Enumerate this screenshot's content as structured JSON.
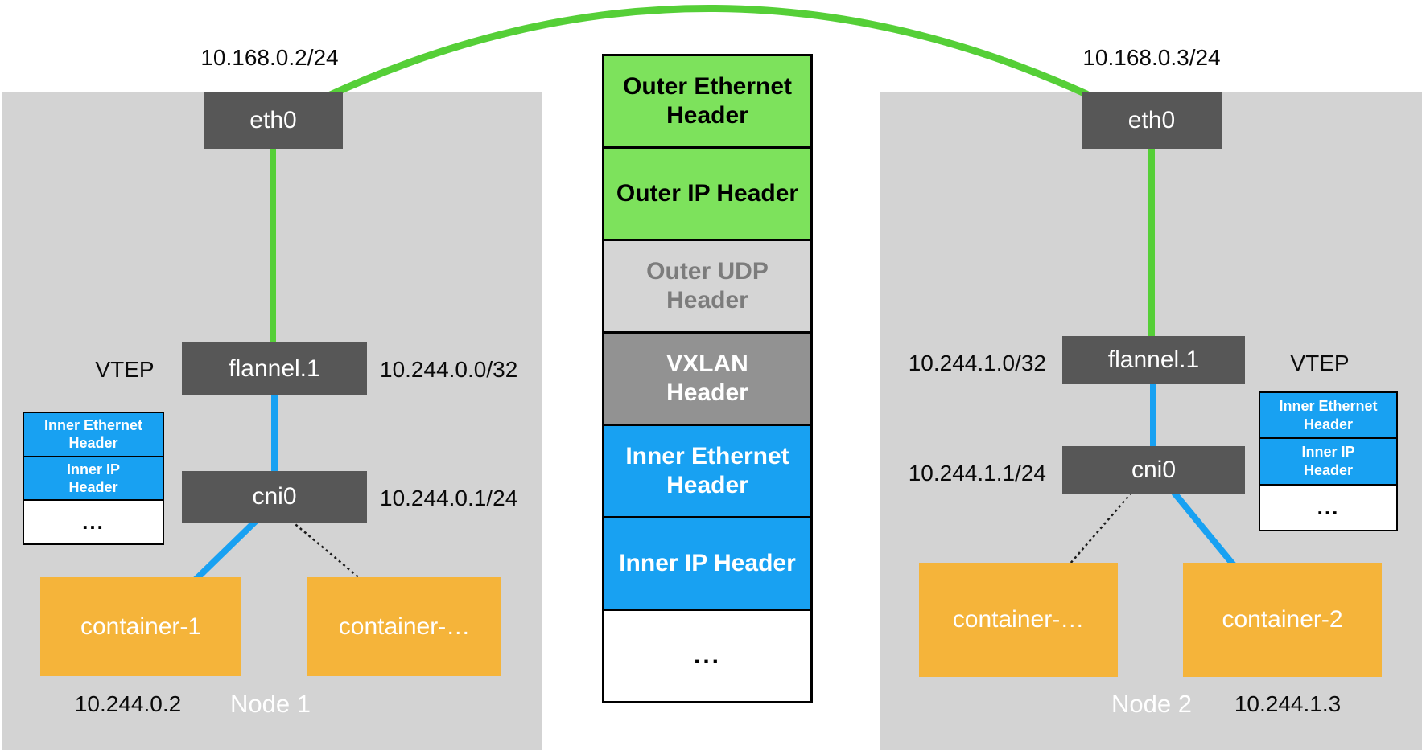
{
  "colors": {
    "node_panel_gray": "#d3d3d3",
    "interface_box_gray": "#575757",
    "container_orange": "#f5b43a",
    "tunnel_green": "#55cf37",
    "veth_blue": "#18a1f2",
    "outer_header_green": "#7de25c",
    "udp_cell_gray": "#d5d5d5",
    "udp_text_gray": "#7c7c7c",
    "vxlan_gray": "#929292"
  },
  "node1": {
    "name": "Node 1",
    "eth_label": "eth0",
    "eth_ip": "10.168.0.2/24",
    "vtep": "VTEP",
    "flannel_label": "flannel.1",
    "flannel_ip": "10.244.0.0/32",
    "cni_label": "cni0",
    "cni_ip": "10.244.0.1/24",
    "container_a": "container-1",
    "container_a_ip": "10.244.0.2",
    "container_b": "container-…",
    "stack": [
      {
        "label": "Inner Ethernet\nHeader",
        "bg": "#18a1f2",
        "fg": "#ffffff"
      },
      {
        "label": "Inner IP\nHeader",
        "bg": "#18a1f2",
        "fg": "#ffffff"
      },
      {
        "label": "...",
        "bg": "#ffffff",
        "fg": "#000000"
      }
    ]
  },
  "node2": {
    "name": "Node 2",
    "eth_label": "eth0",
    "eth_ip": "10.168.0.3/24",
    "vtep": "VTEP",
    "flannel_label": "flannel.1",
    "flannel_ip": "10.244.1.0/32",
    "cni_label": "cni0",
    "cni_ip": "10.244.1.1/24",
    "container_a": "container-…",
    "container_b": "container-2",
    "container_b_ip": "10.244.1.3",
    "stack": [
      {
        "label": "Inner Ethernet\nHeader",
        "bg": "#18a1f2",
        "fg": "#ffffff"
      },
      {
        "label": "Inner IP\nHeader",
        "bg": "#18a1f2",
        "fg": "#ffffff"
      },
      {
        "label": "...",
        "bg": "#ffffff",
        "fg": "#000000"
      }
    ]
  },
  "packet": {
    "layers": [
      {
        "label": "Outer Ethernet\nHeader",
        "bg": "#7de25c",
        "fg": "#000000"
      },
      {
        "label": "Outer IP Header",
        "bg": "#7de25c",
        "fg": "#000000"
      },
      {
        "label": "Outer UDP\nHeader",
        "bg": "#d5d5d5",
        "fg": "#7c7c7c"
      },
      {
        "label": "VXLAN\nHeader",
        "bg": "#929292",
        "fg": "#ffffff"
      },
      {
        "label": "Inner Ethernet\nHeader",
        "bg": "#18a1f2",
        "fg": "#ffffff"
      },
      {
        "label": "Inner IP Header",
        "bg": "#18a1f2",
        "fg": "#ffffff"
      },
      {
        "label": "...",
        "bg": "#ffffff",
        "fg": "#000000"
      }
    ]
  }
}
